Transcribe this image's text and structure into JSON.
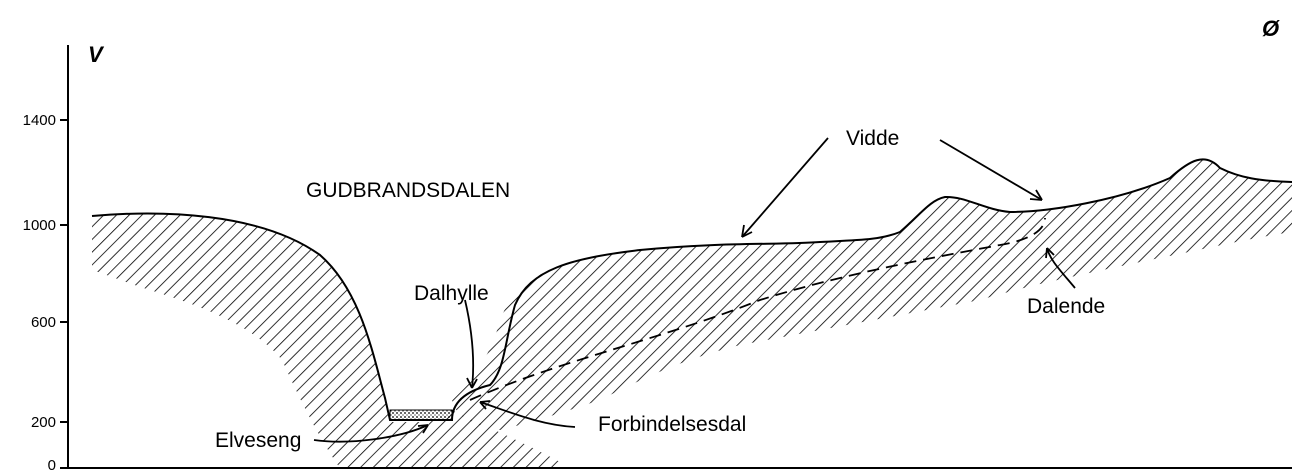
{
  "axis": {
    "direction_left": "V",
    "direction_right": "Ø",
    "ticks": [
      "0",
      "200",
      "600",
      "1000",
      "1400"
    ]
  },
  "labels": {
    "valley": "GUDBRANDSDALEN",
    "vidde": "Vidde",
    "dalhylle": "Dalhylle",
    "dalende": "Dalende",
    "forbindelsesdal": "Forbindelsesdal",
    "elveseng": "Elveseng"
  }
}
